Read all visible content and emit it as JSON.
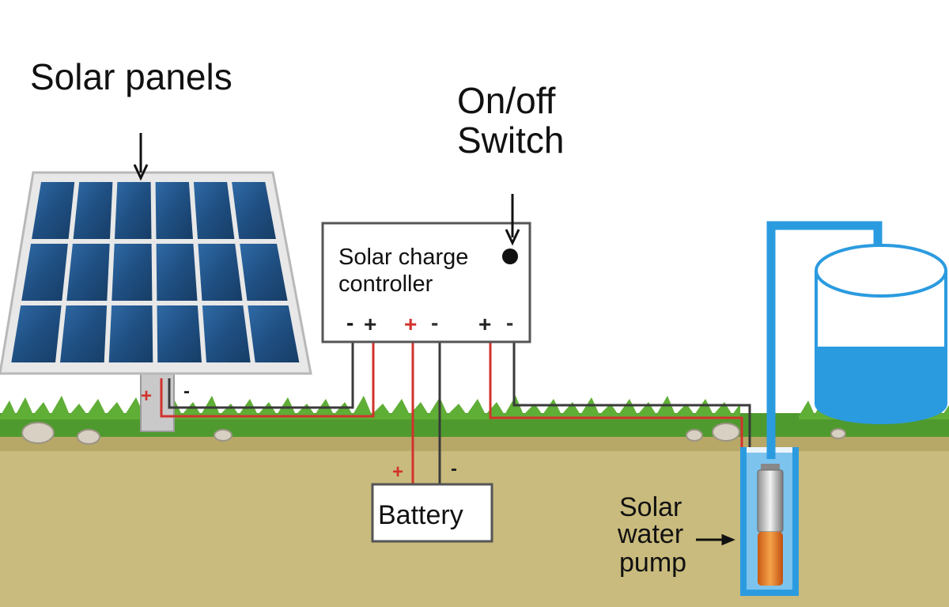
{
  "labels": {
    "solar_panels": "Solar panels",
    "switch_line1": "On/off",
    "switch_line2": "Switch",
    "controller_line1": "Solar charge",
    "controller_line2": "controller",
    "battery": "Battery",
    "pump_line1": "Solar",
    "pump_line2": "water",
    "pump_line3": "pump"
  },
  "terminals": {
    "controller_panel_minus": "-",
    "controller_panel_plus": "+",
    "controller_battery_plus": "+",
    "controller_battery_minus": "-",
    "controller_load_plus": "+",
    "controller_load_minus": "-",
    "panel_plus": "+",
    "panel_minus": "-",
    "battery_plus": "+",
    "battery_minus": "-"
  },
  "colors": {
    "positive_wire": "#d2322d",
    "negative_wire": "#3a3a3a",
    "water": "#2b9be0",
    "panel_cell": "#1f4f82",
    "soil": "#c9bb7d",
    "grass": "#4f9a2e"
  }
}
